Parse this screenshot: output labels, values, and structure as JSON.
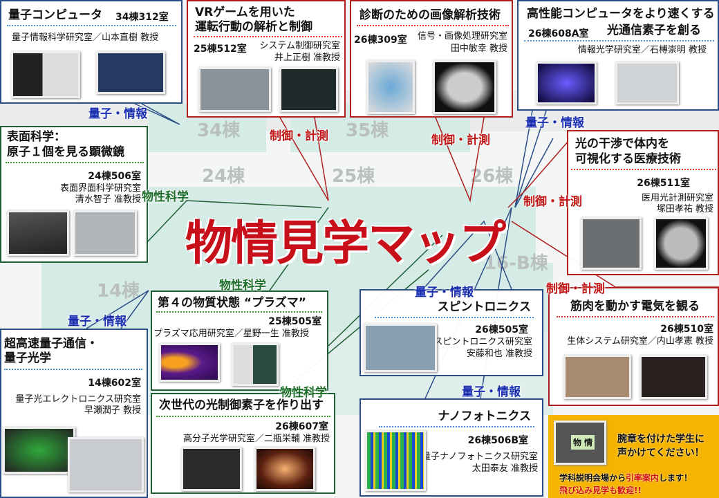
{
  "title": "物情見学マップ",
  "buildings": [
    "34棟",
    "35棟",
    "24棟",
    "25棟",
    "26棟",
    "16-B棟",
    "14棟"
  ],
  "categories": {
    "quantum": "量子・情報",
    "control": "制御・計測",
    "material": "物性科学"
  },
  "colors": {
    "quantum": "#2b4d86",
    "control": "#b01e1e",
    "material": "#1f5e32",
    "notice_bg": "#f6b400"
  },
  "panels": {
    "qc": {
      "title": "量子コンピュータ",
      "room": "34棟312室",
      "lab": "量子情報科学研究室／山本直樹 教授"
    },
    "vr": {
      "title1": "VRゲームを用いた",
      "title2": "運転行動の解析と制御",
      "room": "25棟512室",
      "lab": "システム制御研究室",
      "prof": "井上正樹 准教授"
    },
    "diag": {
      "title": "診断のための画像解析技術",
      "room": "26棟309室",
      "lab": "信号・画像処理研究室",
      "prof": "田中敏幸 教授"
    },
    "hpc": {
      "title1": "高性能コンピュータをより速くする",
      "title2": "光通信素子を創る",
      "room": "26棟608A室",
      "lab": "情報光学研究室／石榑崇明 教授"
    },
    "surf": {
      "title1": "表面科学：",
      "title2": "原子１個を見る顕微鏡",
      "room": "24棟506室",
      "lab": "表面界面科学研究室",
      "prof": "清水智子 准教授"
    },
    "oct": {
      "title1": "光の干渉で体内を",
      "title2": "可視化する医療技術",
      "room": "26棟511室",
      "lab": "医用光計測研究室",
      "prof": "塚田孝祐 教授"
    },
    "qcomm": {
      "title1": "超高速量子通信・",
      "title2": "量子光学",
      "room": "14棟602室",
      "lab": "量子光エレクトロニクス研究室",
      "prof": "早瀬潤子 教授"
    },
    "plasma": {
      "title": "第４の物質状態 “プラズマ”",
      "room": "25棟505室",
      "lab": "プラズマ応用研究室／星野一生 准教授"
    },
    "next": {
      "title": "次世代の光制御素子を作り出す",
      "room": "26棟607室",
      "lab": "高分子光学研究室／二瓶栄輔 准教授"
    },
    "spin": {
      "title": "スピントロニクス",
      "room": "26棟505室",
      "lab": "スピントロニクス研究室",
      "prof": "安藤和也 准教授"
    },
    "nano": {
      "title": "ナノフォトニクス",
      "room": "26棟506B室",
      "lab": "量子ナノフォトニクス研究室",
      "prof": "太田泰友 准教授"
    },
    "muscle": {
      "title": "筋肉を動かす電気を観る",
      "room": "26棟510室",
      "lab": "生体システム研究室／内山孝憲 教授"
    }
  },
  "notice": {
    "line1": "腕章を付けた学生に",
    "line2": "声かけてください！",
    "line3a": "学科説明会場から",
    "line3b": "引率案内",
    "line3c": "します！",
    "line4": "飛び込み見学も歓迎!!",
    "armband": "物 情"
  }
}
